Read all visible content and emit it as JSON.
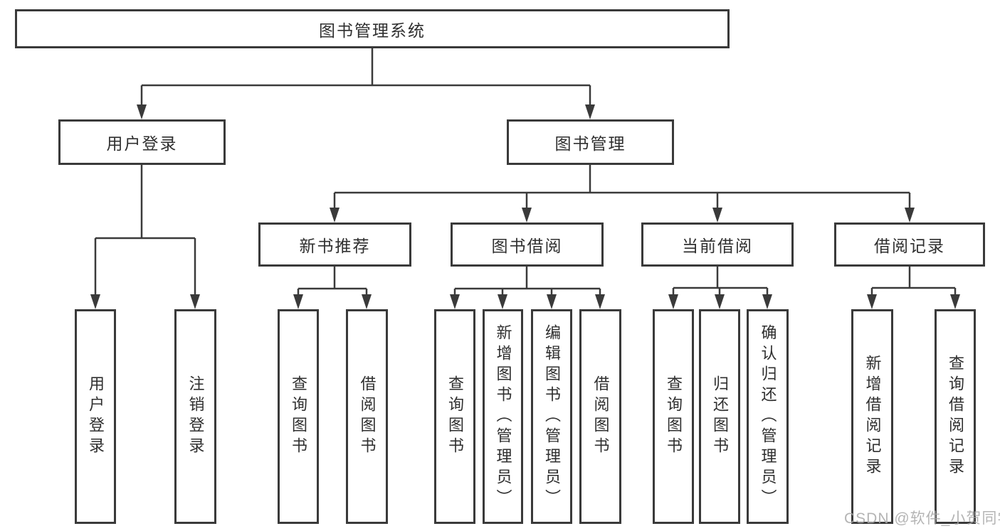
{
  "tree": {
    "root": {
      "label": "图书管理系统"
    },
    "level2": [
      {
        "label": "用户登录",
        "children": [
          {
            "label": "用户登录"
          },
          {
            "label": "注销登录"
          }
        ]
      },
      {
        "label": "图书管理",
        "children": [
          {
            "label": "新书推荐",
            "children": [
              {
                "label": "查询图书"
              },
              {
                "label": "借阅图书"
              }
            ]
          },
          {
            "label": "图书借阅",
            "children": [
              {
                "label": "查询图书"
              },
              {
                "label": "新增图书（管理员）"
              },
              {
                "label": "编辑图书（管理员）"
              },
              {
                "label": "借阅图书"
              }
            ]
          },
          {
            "label": "当前借阅",
            "children": [
              {
                "label": "查询图书"
              },
              {
                "label": "归还图书"
              },
              {
                "label": "确认归还（管理员）"
              }
            ]
          },
          {
            "label": "借阅记录",
            "children": [
              {
                "label": "新增借阅记录"
              },
              {
                "label": "查询借阅记录"
              }
            ]
          }
        ]
      }
    ]
  },
  "watermark": {
    "text": "CSDN @软件_小贺同学"
  },
  "colors": {
    "line": "#3a3a3a",
    "text": "#2f2f2f",
    "watermark": "#a8a8a8",
    "background": "#ffffff"
  }
}
